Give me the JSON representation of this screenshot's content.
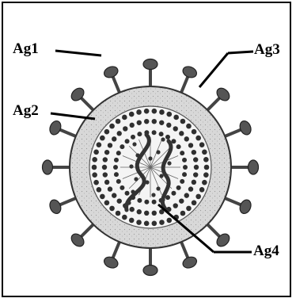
{
  "labels": {
    "ag1": "Ag1",
    "ag2": "Ag2",
    "ag3": "Ag3",
    "ag4": "Ag4"
  },
  "colors": {
    "envelope": "#d8d8d8",
    "interior": "#f4f4f4",
    "ink": "#2a2a2a",
    "spike_head": "#555555"
  }
}
